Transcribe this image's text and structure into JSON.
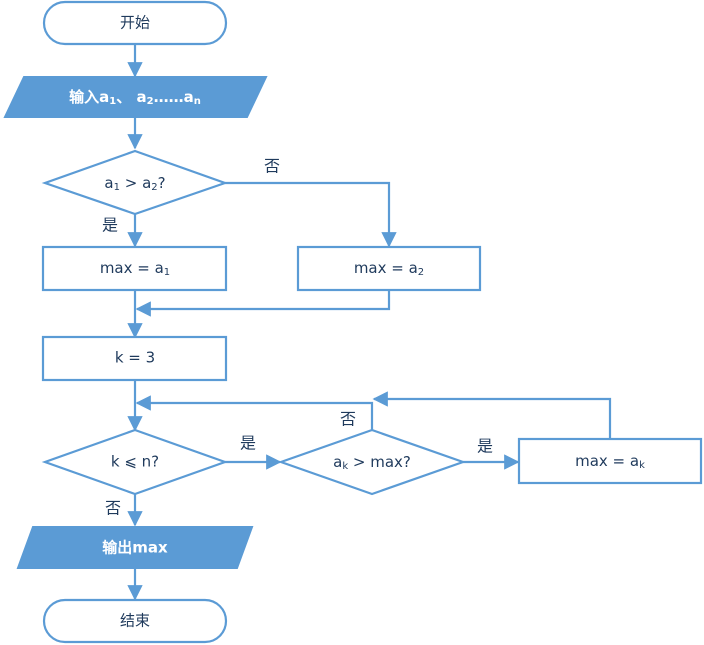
{
  "nodes": {
    "start": {
      "label": "开始"
    },
    "input": {
      "prefix": "输入a",
      "sub1": "1",
      "mid": "、 a",
      "sub2": "2",
      "dots": "……a",
      "subn": "n"
    },
    "cond1": {
      "a": "a",
      "sub1": "1",
      "op": " > a",
      "sub2": "2",
      "q": "?"
    },
    "max_a1": {
      "text": "max = a",
      "sub": "1"
    },
    "max_a2": {
      "text": "max = a",
      "sub": "2"
    },
    "k_init": {
      "label": "k = 3"
    },
    "cond_loop": {
      "label": "k ⩽ n?"
    },
    "cond_ak": {
      "a": "a",
      "sub": "k",
      "rest": " > max?"
    },
    "max_ak": {
      "text": "max = a",
      "sub": "k"
    },
    "output": {
      "label": "输出max"
    },
    "end": {
      "label": "结束"
    }
  },
  "edge_labels": {
    "cond1_no": "否",
    "cond1_yes": "是",
    "loop_no_ak": "否",
    "loop_yes": "是",
    "ak_yes": "是",
    "loop_exit_no": "否"
  },
  "colors": {
    "accent": "#5b9bd5",
    "text": "#1f3a5c"
  }
}
